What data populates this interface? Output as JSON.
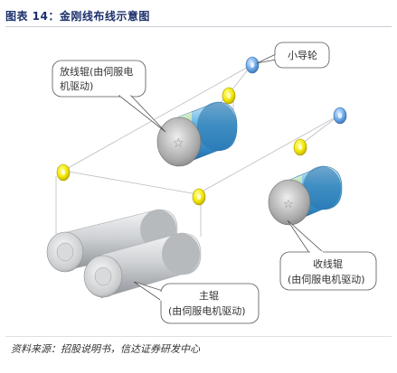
{
  "figure": {
    "title": "图表 14：金刚线布线示意图",
    "source": "资料来源：招股说明书，信达证券研发中心"
  },
  "labels": {
    "small_guide_wheel": "小导轮",
    "payoff_roller_line1": "放线辊(由伺服电",
    "payoff_roller_line2": "机驱动)",
    "main_roller_line1": "主辊",
    "main_roller_line2": "(由伺服电机驱动)",
    "takeup_roller_line1": "收线辊",
    "takeup_roller_line2": "(由伺服电机驱动)"
  },
  "colors": {
    "title": "#1b2f6b",
    "wheel_yellow": "#f2e600",
    "wheel_blue": "#6aa6e6",
    "spool_blue": "#3f9fd6",
    "spool_green": "#5cb85c",
    "roller_gray": "#c9ccd0"
  }
}
